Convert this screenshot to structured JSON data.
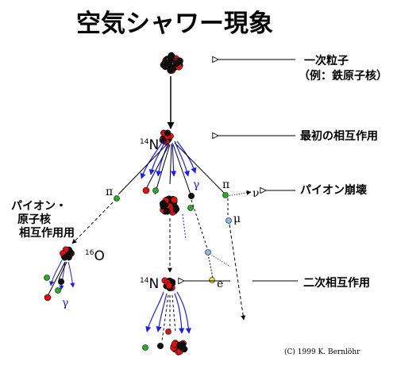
{
  "title": "空気シャワー現象",
  "labels": {
    "primary_line1": "一次粒子",
    "primary_line2": "（例：鉄原子核）",
    "first_interaction": "最初の相互作用",
    "pion_decay": "パイオン崩壊",
    "pion_nucleus_line1": "パイオン・",
    "pion_nucleus_line2": "原子核",
    "pion_nucleus_line3": "相互作用用",
    "secondary_interaction": "二次相互作用"
  },
  "particles": {
    "pi_left": "π",
    "pi_right": "π",
    "gamma_top": "γ",
    "gamma_left": "γ",
    "nu": "ν",
    "mu": "μ",
    "e": "e"
  },
  "nuclei": {
    "n1_mass": "14",
    "n1_symbol": "N",
    "o_mass": "16",
    "o_symbol": "O",
    "n2_mass": "14",
    "n2_symbol": "N"
  },
  "copyright": "(C) 1999 K. Bernlöhr",
  "colors": {
    "proton": "#e01010",
    "neutron": "#101010",
    "pion": "#22b022",
    "muon": "#88bbee",
    "electron": "#f0e030",
    "gamma": "#1a1aff",
    "pointer_line": "#000000"
  }
}
